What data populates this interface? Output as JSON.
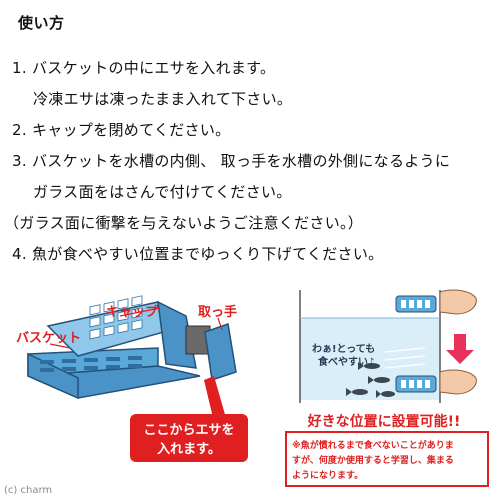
{
  "heading": "使い方",
  "steps": {
    "s1": "1. バスケットの中にエサを入れます。",
    "s1b": "冷凍エサは凍ったまま入れて下さい。",
    "s2": "2. キャップを閉めてください。",
    "s3": "3. バスケットを水槽の内側、 取っ手を水槽の外側になるように",
    "s3b": "ガラス面をはさんで付けてください。",
    "note": "（ガラス面に衝撃を与えないようご注意ください。）",
    "s4": "4. 魚が食べやすい位置までゆっくり下げてください。"
  },
  "diagram": {
    "basket_label": "バスケット",
    "cap_label": "キャップ",
    "handle_label": "取っ手",
    "feed_box_line1": "ここからエサを",
    "feed_box_line2": "入れます。",
    "speech_line1": "わぁ!とっても",
    "speech_line2": "食べやすい♪",
    "headline": "好きな位置に設置可能!!",
    "caption_line1": "※魚が慣れるまで食べないことがありま",
    "caption_line2": "すが、何度か使用すると学習し、集まる",
    "caption_line3": "ようになります。"
  },
  "credit": "(c) charm",
  "colors": {
    "basket": "#5aa8d8",
    "basket_dark": "#2f6f9f",
    "label_red": "#e02020",
    "water": "#d9eef9",
    "arrow": "#e8315a"
  }
}
